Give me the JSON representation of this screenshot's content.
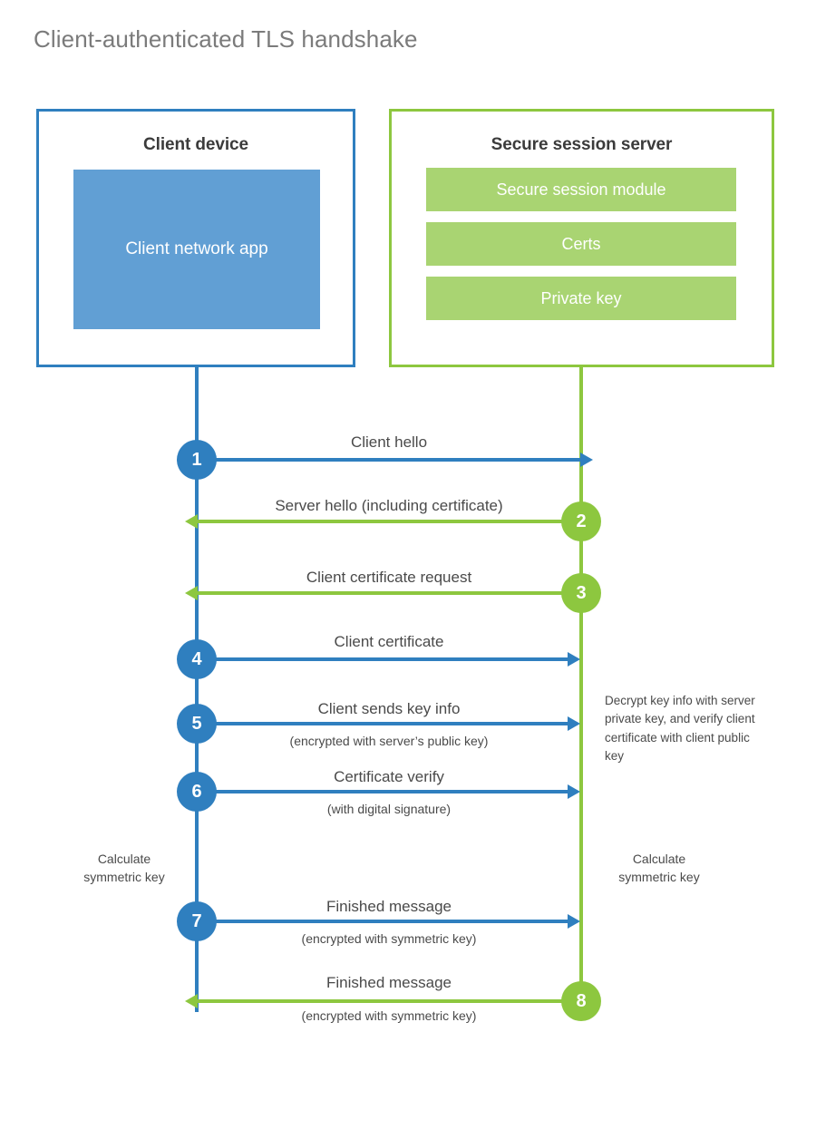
{
  "title": "Client-authenticated TLS handshake",
  "colors": {
    "client_blue": "#2f7fbf",
    "client_app_fill": "#619fd4",
    "server_green": "#8dc73f",
    "server_module_fill": "#a9d472",
    "title_gray": "#7b7b7b",
    "text_gray": "#4a4a4a",
    "heading_dark": "#3b3b3b"
  },
  "actors": {
    "client": {
      "title": "Client device",
      "app_label": "Client network app"
    },
    "server": {
      "title": "Secure session server",
      "modules": [
        {
          "label": "Secure session module"
        },
        {
          "label": "Certs"
        },
        {
          "label": "Private key"
        }
      ]
    }
  },
  "steps": [
    {
      "number": "1",
      "label": "Client hello",
      "sublabel": "",
      "direction": "client-to-server",
      "color": "blue"
    },
    {
      "number": "2",
      "label": "Server hello (including certificate)",
      "sublabel": "",
      "direction": "server-to-client",
      "color": "green"
    },
    {
      "number": "3",
      "label": "Client certificate request",
      "sublabel": "",
      "direction": "server-to-client",
      "color": "green"
    },
    {
      "number": "4",
      "label": "Client certificate",
      "sublabel": "",
      "direction": "client-to-server",
      "color": "blue"
    },
    {
      "number": "5",
      "label": "Client sends key info",
      "sublabel": "(encrypted with server’s public key)",
      "direction": "client-to-server",
      "color": "blue"
    },
    {
      "number": "6",
      "label": "Certificate verify",
      "sublabel": "(with digital signature)",
      "direction": "client-to-server",
      "color": "blue"
    },
    {
      "number": "7",
      "label": "Finished message",
      "sublabel": "(encrypted with symmetric key)",
      "direction": "client-to-server",
      "color": "blue"
    },
    {
      "number": "8",
      "label": "Finished message",
      "sublabel": "(encrypted with symmetric key)",
      "direction": "server-to-client",
      "color": "green"
    }
  ],
  "annotations": {
    "server_decrypt_note": "Decrypt key info with server private key, and verify client certificate with client public key",
    "client_calc_note": "Calculate symmetric key",
    "server_calc_note": "Calculate symmetric key"
  }
}
